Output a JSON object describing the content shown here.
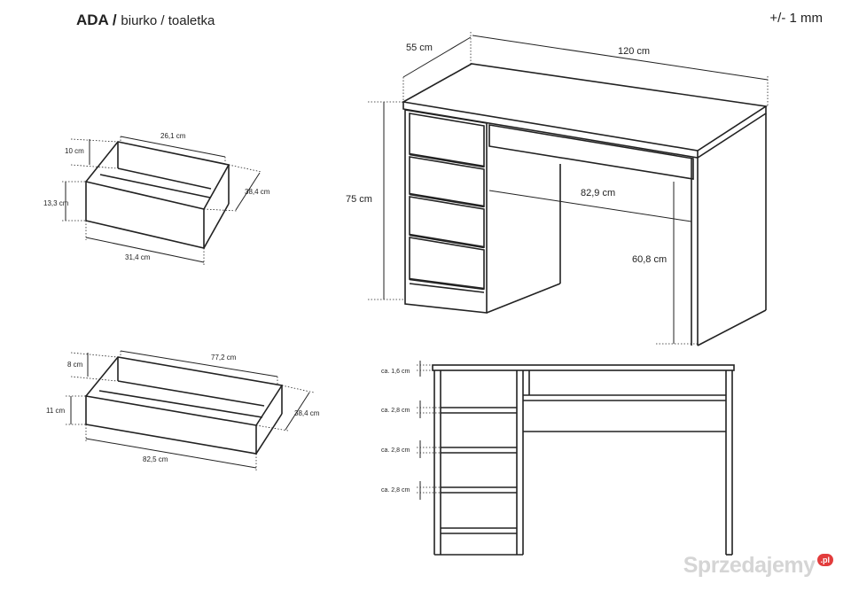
{
  "header": {
    "product_name": "ADA /",
    "subtitle": "biurko / toaletka",
    "tolerance": "+/- 1 mm"
  },
  "desk": {
    "depth": "55 cm",
    "width": "120 cm",
    "height": "75 cm",
    "knee_width": "82,9 cm",
    "knee_height": "60,8 cm"
  },
  "small_drawer": {
    "inner_width": "26,1 cm",
    "inner_height": "10 cm",
    "front_height": "13,3 cm",
    "depth": "38,4 cm",
    "front_width": "31,4 cm"
  },
  "large_drawer": {
    "inner_width": "77,2 cm",
    "inner_height": "8 cm",
    "front_height": "11 cm",
    "depth": "38,4 cm",
    "front_width": "82,5 cm"
  },
  "front_view": {
    "top_thickness": "ca. 1,6 cm",
    "gaps": [
      "ca. 2,8 cm",
      "ca. 2,8 cm",
      "ca. 2,8 cm"
    ]
  },
  "watermark": {
    "text": "Sprzedajemy",
    "badge": ".pl"
  }
}
